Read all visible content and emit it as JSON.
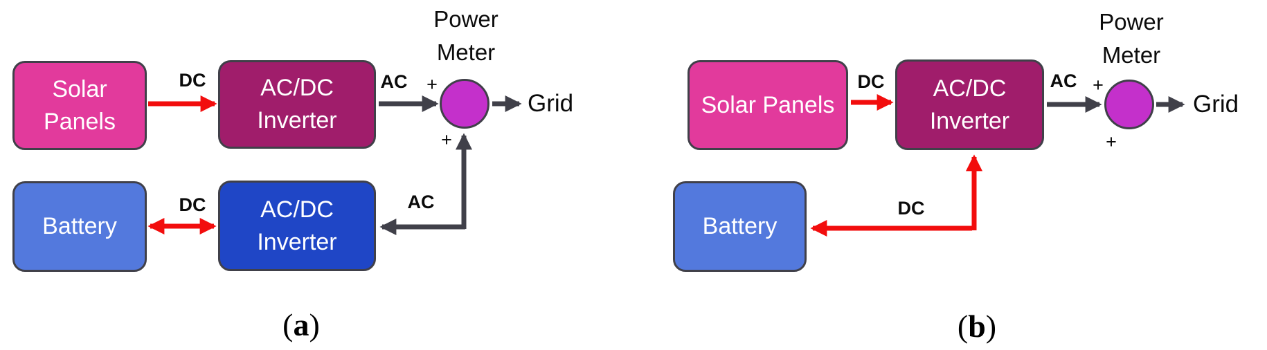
{
  "figure": {
    "panel_a": {
      "caption_open": "(",
      "caption_letter": "a",
      "caption_close": ")",
      "solar_label": "Solar Panels",
      "pv_inverter_label": "AC/DC Inverter",
      "battery_label": "Battery",
      "battery_inverter_label": "AC/DC Inverter",
      "meter_label": "Power Meter",
      "grid_label": "Grid",
      "pv_dc_label": "DC",
      "pv_ac_label": "AC",
      "battery_dc_label": "DC",
      "battery_ac_label": "AC",
      "plus_top": "+",
      "plus_bottom": "+"
    },
    "panel_b": {
      "caption_open": "(",
      "caption_letter": "b",
      "caption_close": ")",
      "solar_label": "Solar Panels",
      "pv_inverter_label": "AC/DC Inverter",
      "battery_label": "Battery",
      "meter_label": "Power Meter",
      "grid_label": "Grid",
      "pv_dc_label": "DC",
      "pv_ac_label": "AC",
      "battery_dc_label": "DC",
      "plus_top": "+",
      "plus_bottom": "+"
    }
  },
  "colors": {
    "solar-fill": "#E23A9C",
    "inverter-magenta-fill": "#A01D6B",
    "battery-fill": "#5379DD",
    "inverter-blue-fill": "#1F46C6",
    "meter-fill": "#C430CB",
    "stroke-dark": "#404049",
    "wire-red": "#F20D0D",
    "text-black": "#0B0B0B",
    "text-white": "#FFFFFF"
  }
}
